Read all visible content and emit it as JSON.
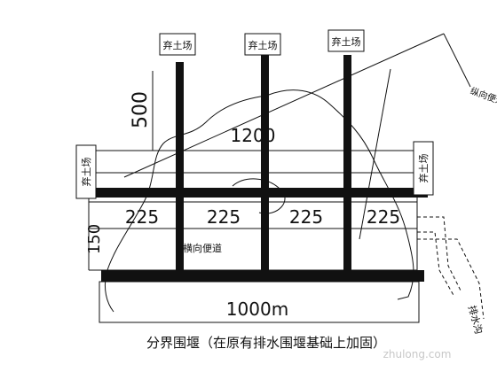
{
  "labels": {
    "spoil_site": "弃土场",
    "longitudinal_road": "纵向便道",
    "transverse_road": "横向便道",
    "drainage_ditch": "排水沟",
    "partition_cofferdam": "分界围堰（在原有排水围堰基础上加固）"
  },
  "dimensions": {
    "left_height": "500",
    "top_width": "1200",
    "bottom_width": "1000m",
    "left_low": "150",
    "segments": [
      "225",
      "225",
      "225",
      "225"
    ]
  },
  "watermark": "zhulong.com"
}
